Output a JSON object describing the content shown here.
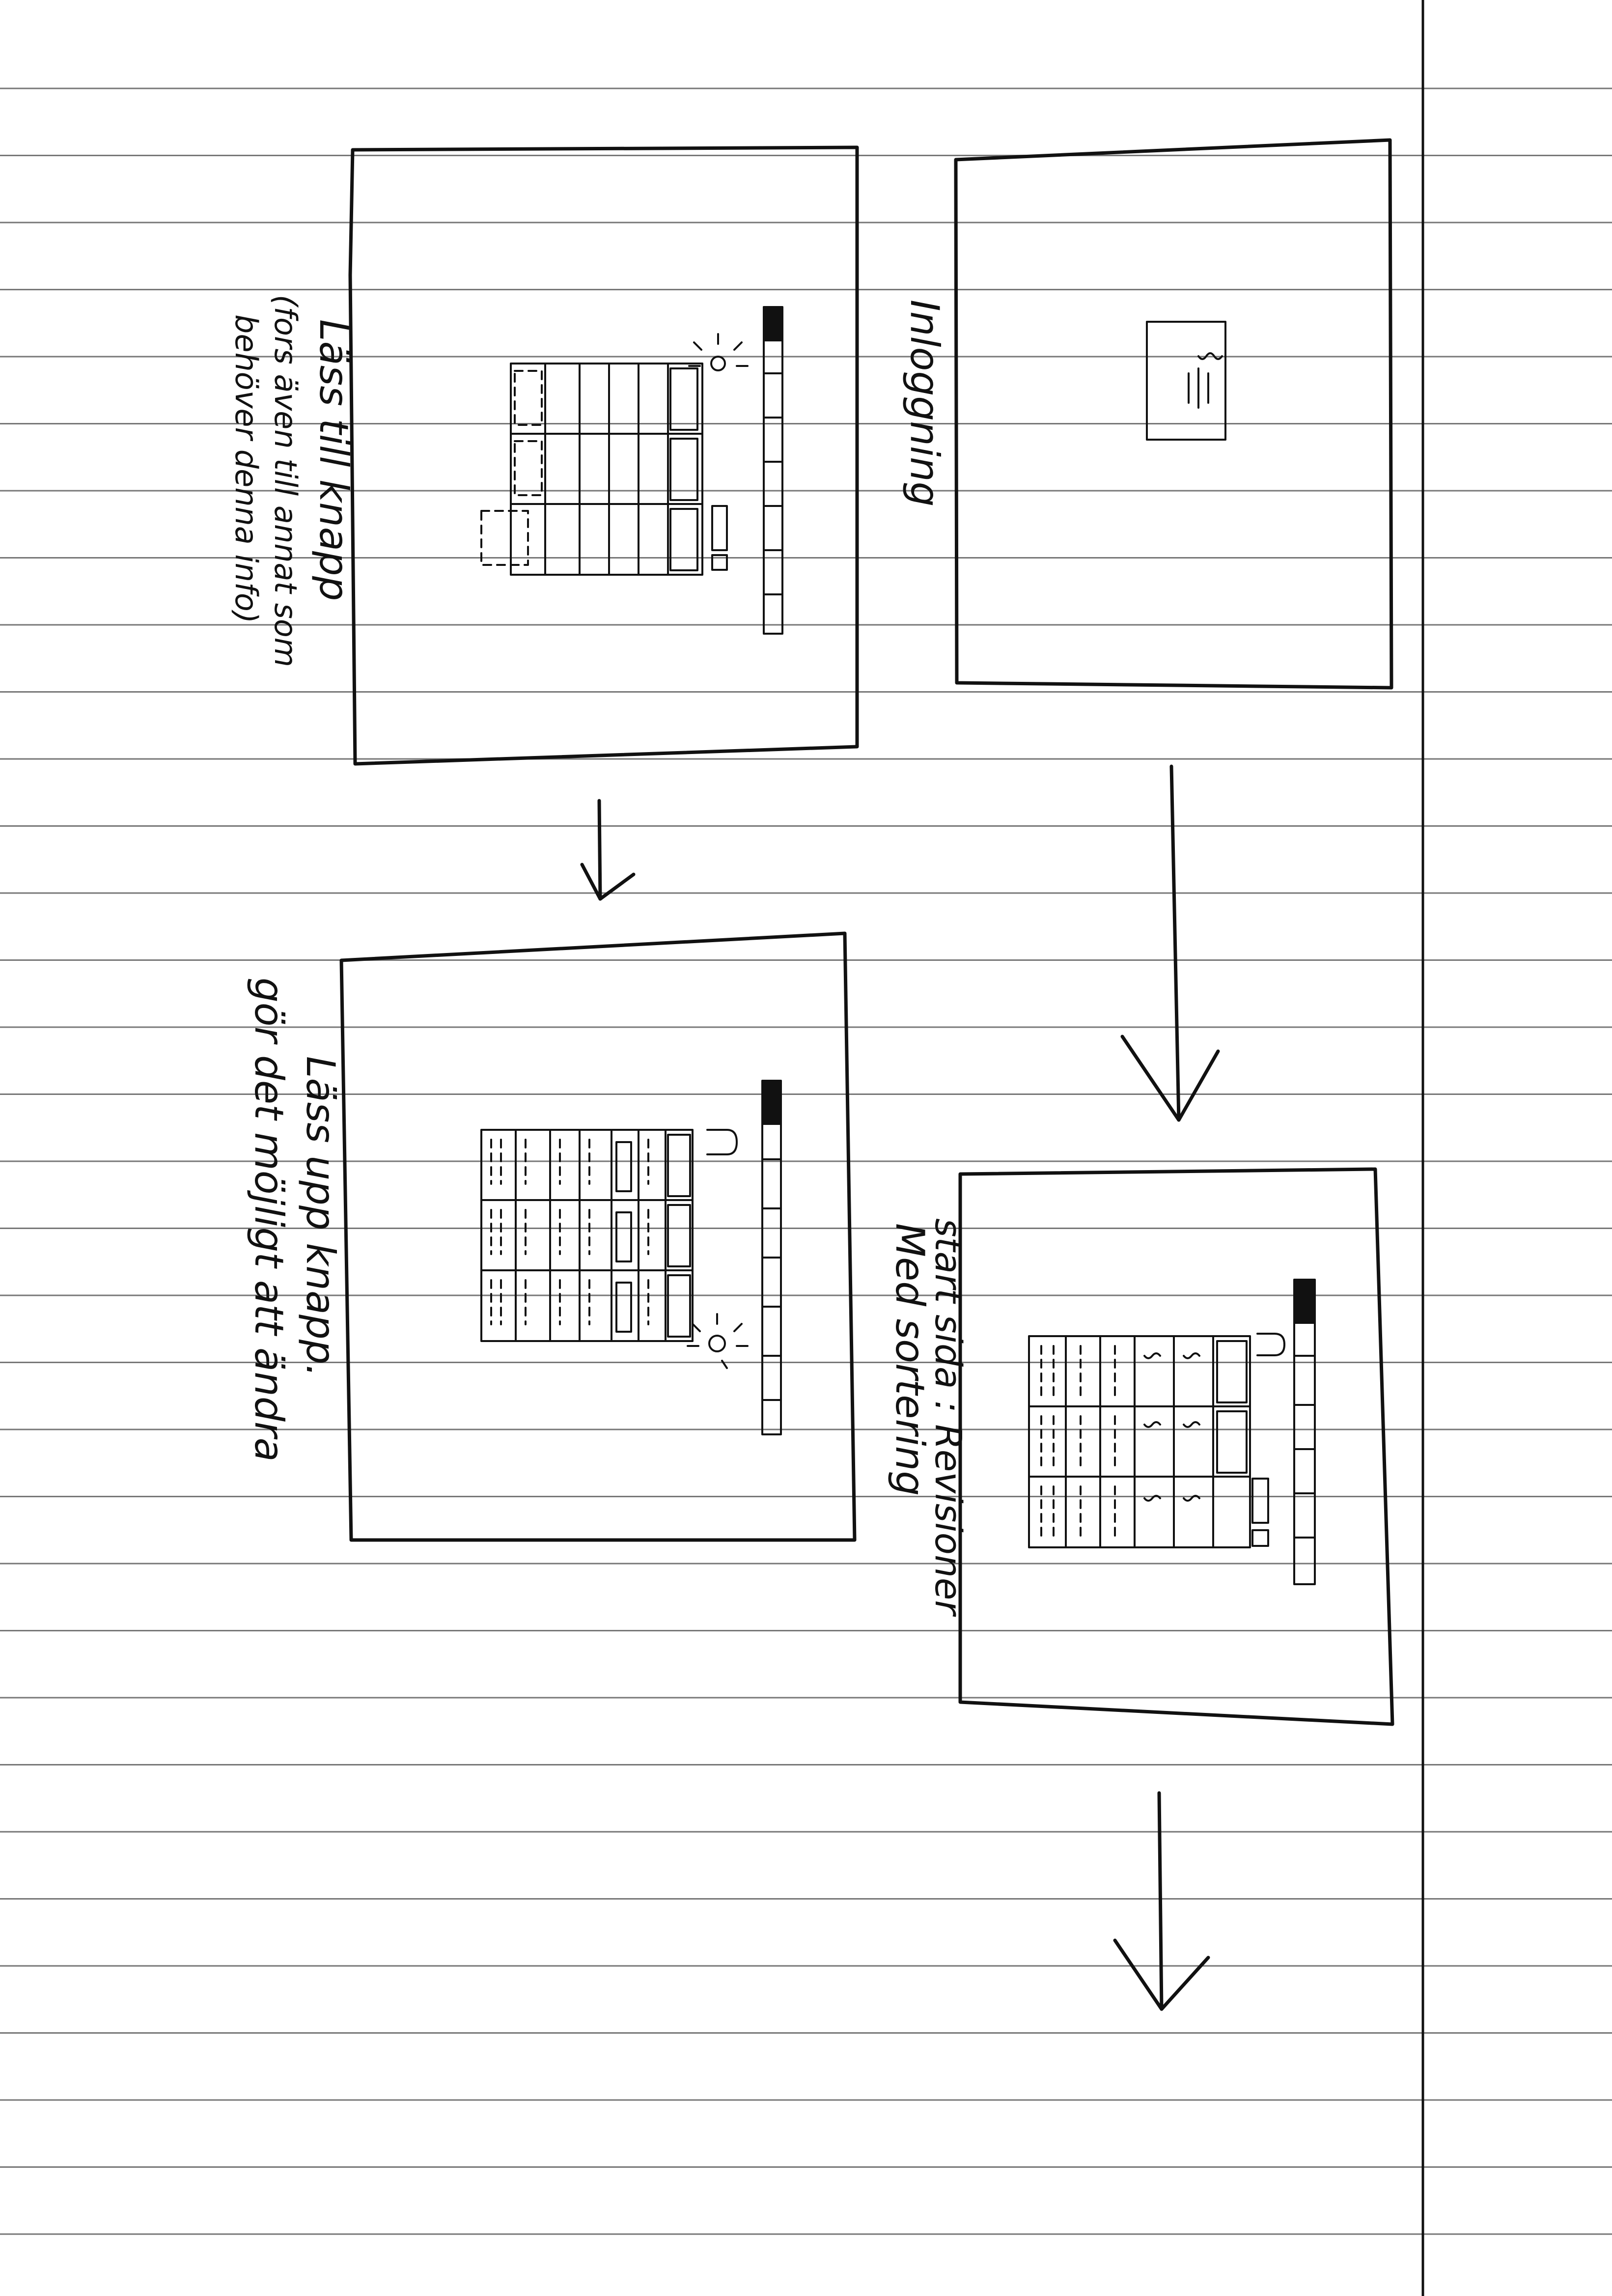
{
  "screens": {
    "login": {
      "caption": "Inloggning"
    },
    "start": {
      "caption_top": "start sida : Revisioner",
      "caption_bottom": "Med sortering"
    },
    "add": {
      "caption_1": "Läss till knapp",
      "caption_2": "(fors även till annat som",
      "caption_3": "behöver denna info)"
    },
    "edit": {
      "caption_1": "Läss upp knapp.",
      "caption_2": "gör det möjligt att ändra"
    }
  }
}
